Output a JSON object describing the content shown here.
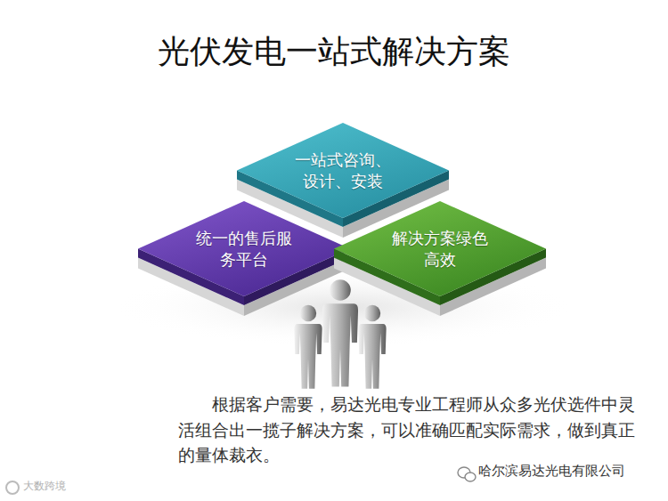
{
  "diagram": {
    "title": "光伏发电一站式解决方案",
    "nodes": [
      {
        "text": [
          "一站式咨询、设计、安装"
        ]
      },
      {
        "text": [
          "统一的售后服务平台"
        ]
      },
      {
        "text": [
          "解决方案绿色高效"
        ]
      }
    ],
    "labels": [
      "根据客户需要，易达光电专业工程师从众多光伏选件中灵活组合出一揽子解决方案，可以准确匹配实际需求，做到真正的量体裁衣。",
      "哈尔滨易达光电有限公司",
      "大数跨境"
    ]
  }
}
